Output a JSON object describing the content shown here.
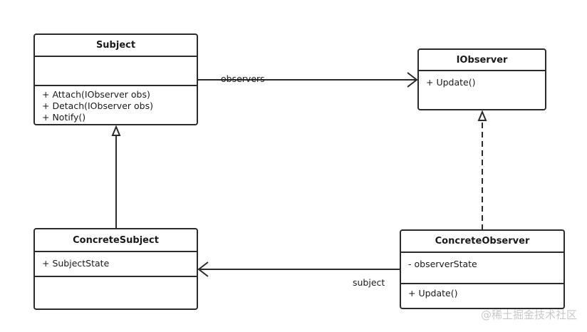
{
  "classes": {
    "subject": {
      "name": "Subject",
      "attributes": [],
      "operations": [
        "+ Attach(IObserver obs)",
        "+ Detach(IObserver obs)",
        "+ Notify()"
      ]
    },
    "iobserver": {
      "name": "IObserver",
      "operations": [
        "+ Update()"
      ]
    },
    "concrete_subject": {
      "name": "ConcreteSubject",
      "attributes": [
        "+ SubjectState"
      ],
      "operations": []
    },
    "concrete_observer": {
      "name": "ConcreteObserver",
      "attributes": [
        "- observerState"
      ],
      "operations": [
        "+ Update()"
      ]
    }
  },
  "relations": {
    "observers_label": "observers",
    "subject_label": "subject"
  },
  "watermark": "@稀土掘金技术社区",
  "colors": {
    "line": "#2b2b2b",
    "watermark": "#c8c8c8"
  }
}
